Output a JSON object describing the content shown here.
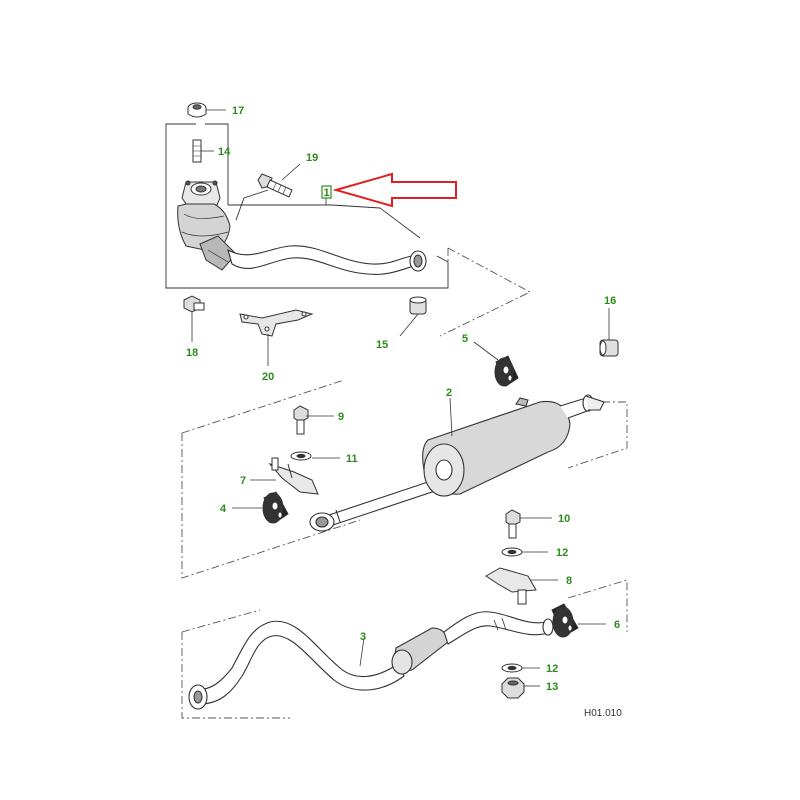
{
  "diagram": {
    "drawing_code": "H01.010",
    "callout_color": "#2e8b1e",
    "line_color": "#333333",
    "highlight_arrow_color": "#e02020",
    "highlight_box_color": "#2e8b1e",
    "highlighted_part": "1",
    "callouts": {
      "c1": "1",
      "c2": "2",
      "c3": "3",
      "c4": "4",
      "c5": "5",
      "c6": "6",
      "c7": "7",
      "c8": "8",
      "c9": "9",
      "c10": "10",
      "c11": "11",
      "c12a": "12",
      "c12b": "12",
      "c13": "13",
      "c14": "14",
      "c15": "15",
      "c16": "16",
      "c17": "17",
      "c18": "18",
      "c19": "19",
      "c20": "20"
    }
  }
}
